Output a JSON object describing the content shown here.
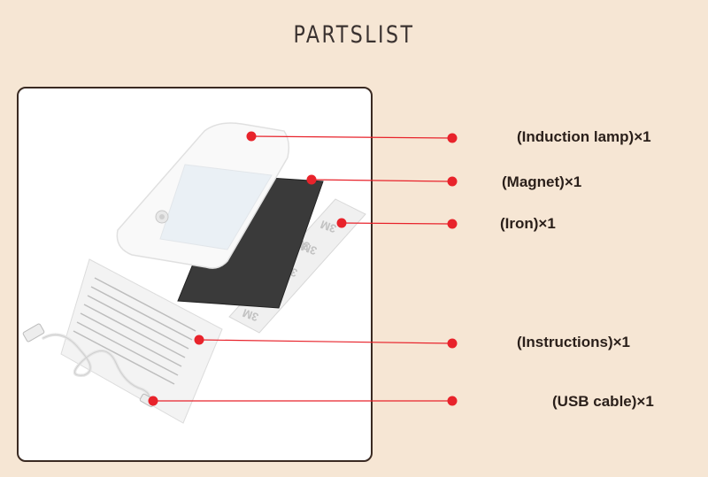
{
  "title": "PARTSLIST",
  "accent_color": "#e8232b",
  "parts": [
    {
      "label": "(Induction lamp)×1"
    },
    {
      "label": "(Magnet)×1"
    },
    {
      "label": "(Iron)×1"
    },
    {
      "label": "(Instructions)×1"
    },
    {
      "label": "(USB cable)×1"
    }
  ],
  "icons": [
    "induction-lamp",
    "magnet-strip",
    "3m-adhesive-sheet",
    "instruction-leaflet",
    "usb-cable"
  ]
}
